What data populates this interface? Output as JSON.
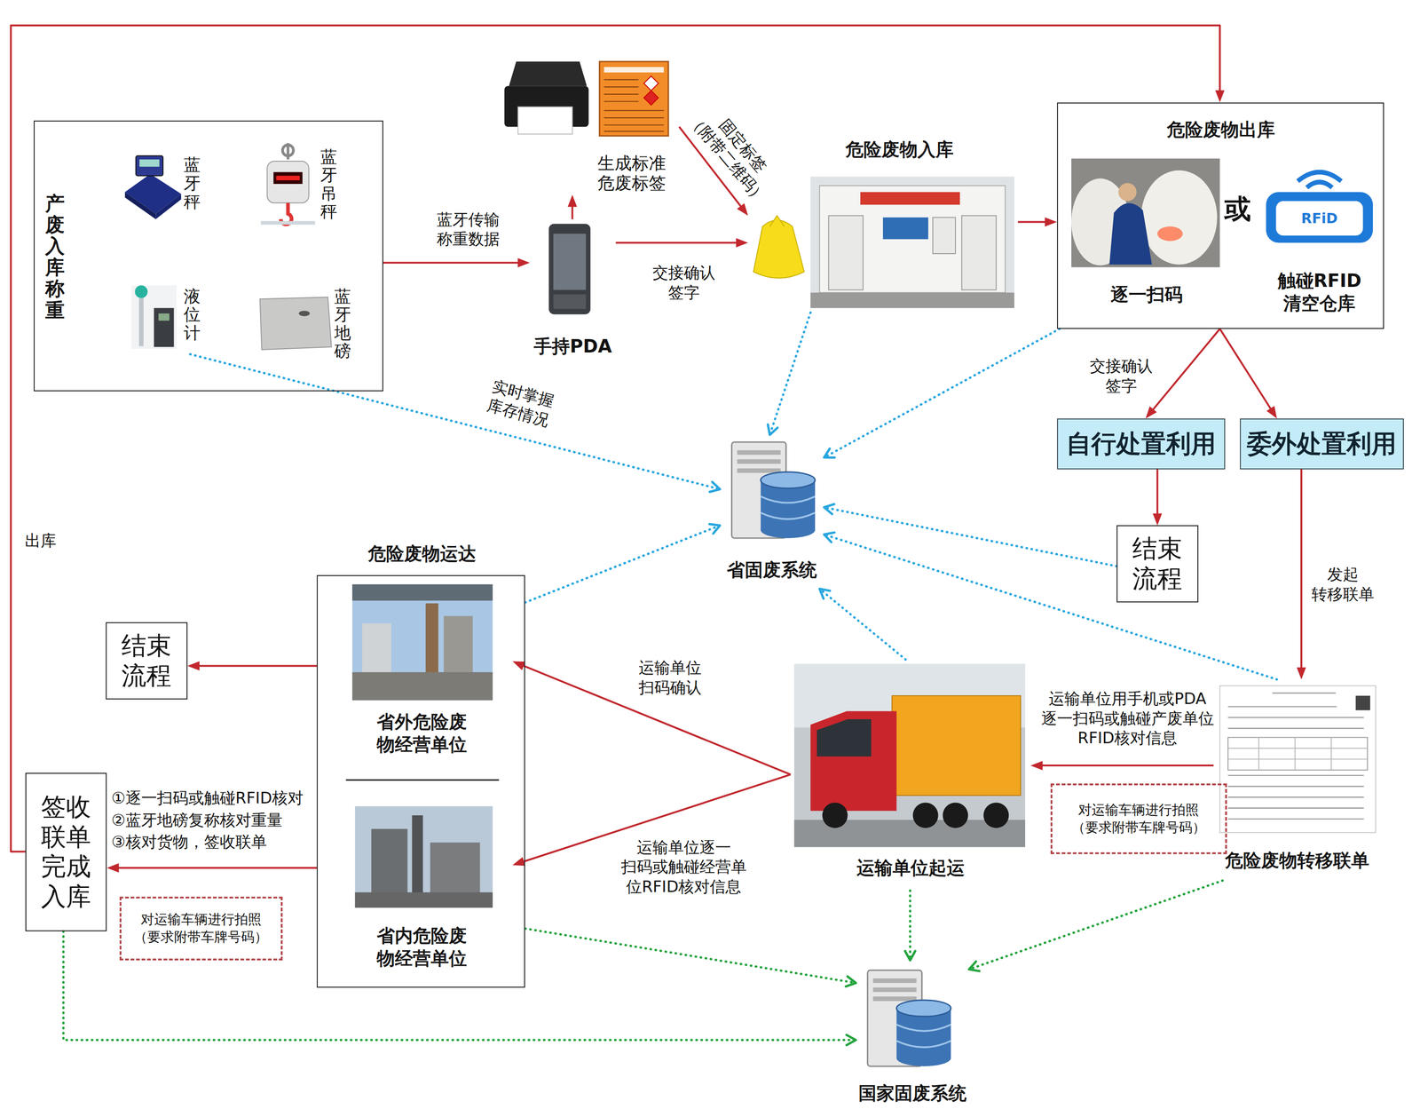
{
  "diagram": {
    "nodes": [
      {
        "text": [
          "产废入库称重"
        ]
      },
      {
        "text": [
          "蓝牙秤"
        ],
        "in": 0
      },
      {
        "text": [
          "蓝牙吊秤"
        ],
        "in": 0
      },
      {
        "text": [
          "液位计"
        ],
        "in": 0
      },
      {
        "text": [
          "蓝牙地磅"
        ],
        "in": 0
      },
      {
        "text": [
          "手持PDA"
        ]
      },
      {
        "text": [
          "生成标准 危废标签"
        ]
      },
      {
        "text": [
          "危险废物入库"
        ]
      },
      {
        "text": [
          "危险废物出库"
        ]
      },
      {
        "text": [
          "逐一扫码"
        ],
        "in": 8
      },
      {
        "text": [
          "触碰RFID 清空仓库"
        ],
        "in": 8
      },
      {
        "text": [
          "自行处置利用"
        ]
      },
      {
        "text": [
          "委外处置利用"
        ]
      },
      {
        "text": [
          "结束 流程"
        ]
      },
      {
        "text": [
          "省固废系统"
        ]
      },
      {
        "text": [
          "危险废物转移联单"
        ]
      },
      {
        "text": [
          "对运输车辆进行拍照 （要求附带车牌号码）"
        ]
      },
      {
        "text": [
          "运输单位起运"
        ]
      },
      {
        "text": [
          "危险废物运达"
        ]
      },
      {
        "text": [
          "省外危险废 物经营单位"
        ],
        "in": 18
      },
      {
        "text": [
          "省内危险废 物经营单位"
        ],
        "in": 18
      },
      {
        "text": [
          "结束 流程"
        ]
      },
      {
        "text": [
          "签收 联单 完成 入库"
        ]
      },
      {
        "text": [
          "对运输车辆进行拍照 （要求附带车牌号码）"
        ]
      },
      {
        "text": [
          "国家固废系统"
        ]
      }
    ],
    "edges": [
      {
        "from": 0,
        "to": 5,
        "arrow": "to",
        "label": "蓝牙传输 称重数据"
      },
      {
        "from": 5,
        "to": 6,
        "arrow": "to"
      },
      {
        "from": 6,
        "to": 7,
        "arrow": "to",
        "label": "固定标签 （附带二维码）"
      },
      {
        "from": 5,
        "to": 7,
        "arrow": "to",
        "label": "交接确认 签字"
      },
      {
        "from": 7,
        "to": 8,
        "arrow": "to"
      },
      {
        "from": 22,
        "to": 8,
        "arrow": "to",
        "label": "出库"
      },
      {
        "from": 8,
        "to": 11,
        "arrow": "to",
        "label": "交接确认 签字"
      },
      {
        "from": 8,
        "to": 12,
        "arrow": "to"
      },
      {
        "from": 11,
        "to": 13,
        "arrow": "to"
      },
      {
        "from": 12,
        "to": 15,
        "arrow": "to",
        "label": "发起 转移联单"
      },
      {
        "from": 15,
        "to": 17,
        "arrow": "to",
        "label": "运输单位用手机或PDA 逐一扫码或触碰产废单位 RFID核对信息"
      },
      {
        "from": 17,
        "to": 19,
        "arrow": "to",
        "label": "运输单位 扫码确认"
      },
      {
        "from": 17,
        "to": 20,
        "arrow": "to",
        "label": "运输单位逐一 扫码或触碰经营单 位RFID核对信息"
      },
      {
        "from": 18,
        "to": 21,
        "arrow": "to"
      },
      {
        "from": 18,
        "to": 22,
        "arrow": "to",
        "label": "①逐一扫码或触碰RFID核对 ②蓝牙地磅复称核对重量 ③核对货物，签收联单"
      },
      {
        "from": 3,
        "to": 14,
        "arrow": "to",
        "label": "实时掌握 库存情况"
      },
      {
        "from": 7,
        "to": 14,
        "arrow": "to"
      },
      {
        "from": 8,
        "to": 14,
        "arrow": "to"
      },
      {
        "from": 13,
        "to": 14,
        "arrow": "to"
      },
      {
        "from": 15,
        "to": 14,
        "arrow": "to"
      },
      {
        "from": 17,
        "to": 14,
        "arrow": "to"
      },
      {
        "from": 18,
        "to": 14,
        "arrow": "to"
      },
      {
        "from": 17,
        "to": 24,
        "arrow": "to"
      },
      {
        "from": 15,
        "to": 24,
        "arrow": "to"
      },
      {
        "from": 18,
        "to": 24,
        "arrow": "to"
      },
      {
        "from": 22,
        "to": 24,
        "arrow": "to"
      }
    ],
    "labels": [
      "或",
      "RFiD"
    ]
  }
}
